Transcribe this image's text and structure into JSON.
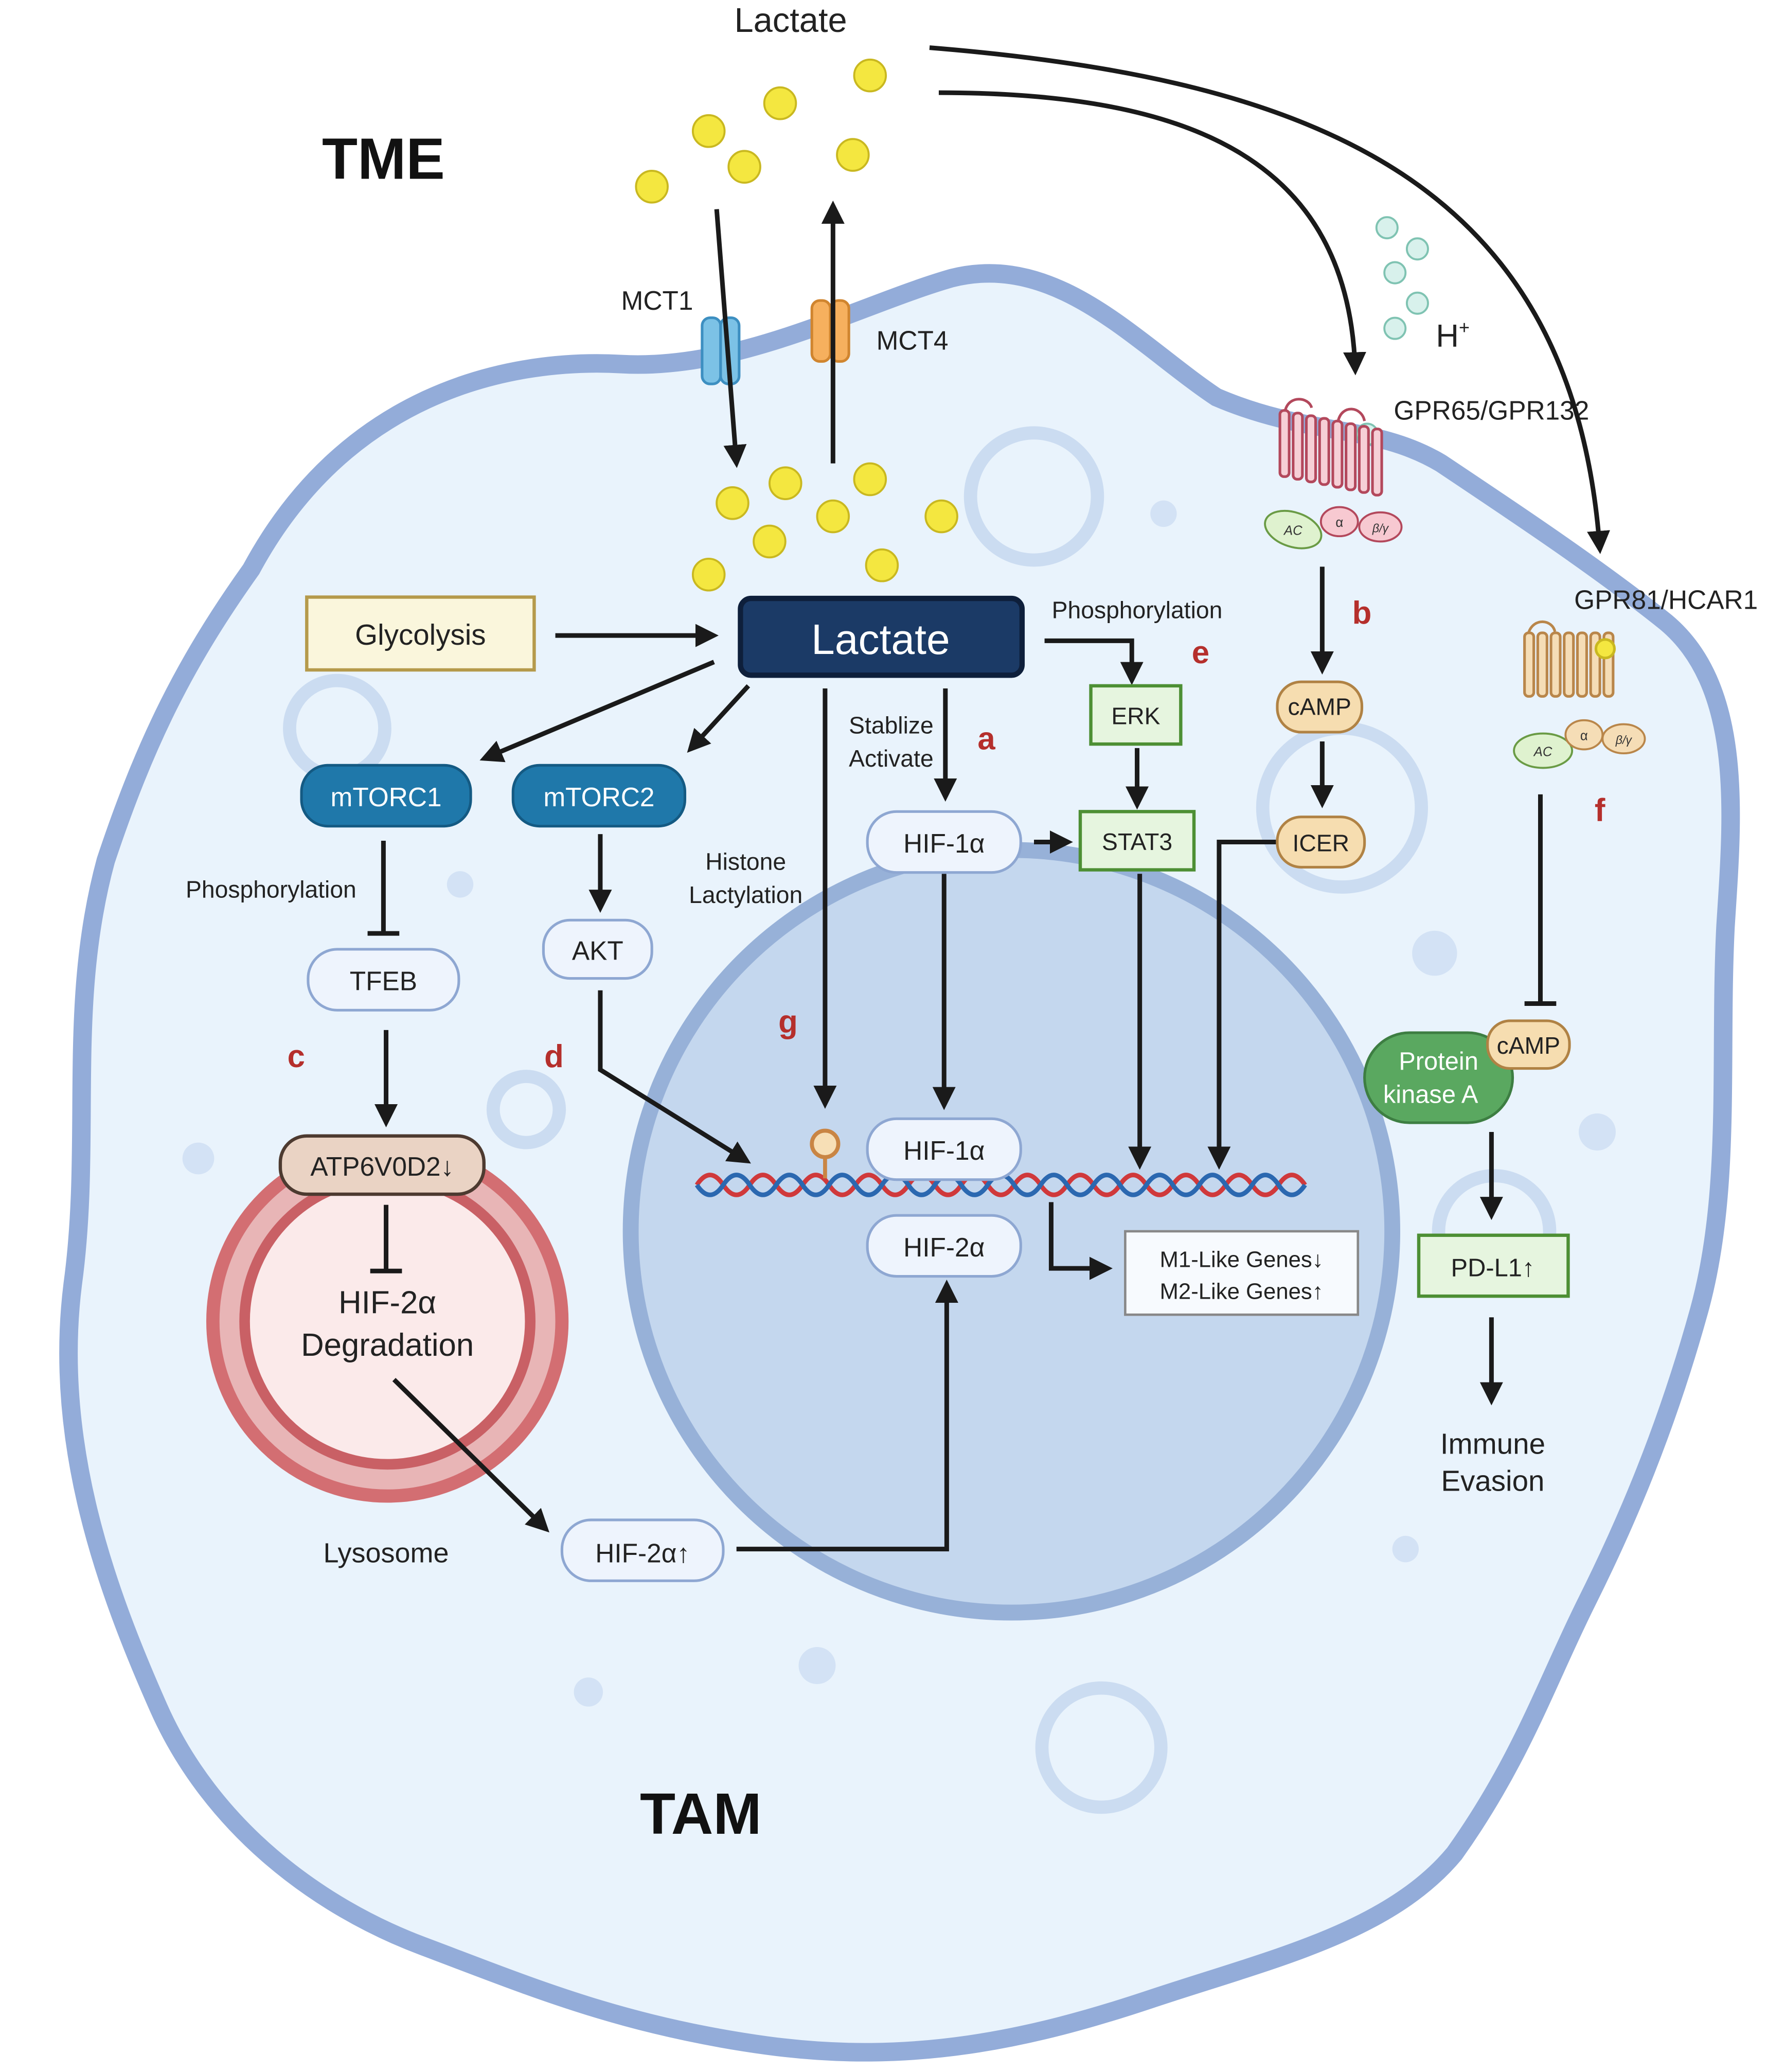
{
  "labels": {
    "tme": "TME",
    "tam": "TAM",
    "lactate_top": "Lactate",
    "mct1": "MCT1",
    "mct4": "MCT4",
    "h_plus": "H",
    "h_plus_sup": "+",
    "gpr65": "GPR65/GPR132",
    "gpr81": "GPR81/HCAR1",
    "lysosome": "Lysosome",
    "immune_evasion_1": "Immune",
    "immune_evasion_2": "Evasion",
    "hif2_deg_1": "HIF-2α",
    "hif2_deg_2": "Degradation"
  },
  "nodes": {
    "glycolysis": "Glycolysis",
    "lactate_center": "Lactate",
    "mtorc1": "mTORC1",
    "mtorc2": "mTORC2",
    "tfeb": "TFEB",
    "akt": "AKT",
    "atp6v0d2": "ATP6V0D2↓",
    "hif1a_cyto": "HIF-1α",
    "hif1a_nuc": "HIF-1α",
    "hif2a_nuc": "HIF-2α",
    "hif2a_up": "HIF-2α↑",
    "erk": "ERK",
    "stat3": "STAT3",
    "camp_left": "cAMP",
    "icer": "ICER",
    "camp_right": "cAMP",
    "pka_1": "Protein",
    "pka_2": "kinase A",
    "pdl1": "PD-L1↑",
    "genes_m1": "M1-Like Genes↓",
    "genes_m2": "M2-Like Genes↑",
    "ac_left": "AC",
    "ac_right": "AC",
    "alpha_left": "α",
    "alpha_right": "α",
    "bg_left": "β/γ",
    "bg_right": "β/γ"
  },
  "annotations": {
    "phos_top": "Phosphorylation",
    "phos_left": "Phosphorylation",
    "stabilize": "Stablize",
    "activate": "Activate",
    "histone": "Histone",
    "lactylation": "Lactylation"
  },
  "letters": {
    "a": "a",
    "b": "b",
    "c": "c",
    "d": "d",
    "e": "e",
    "f": "f",
    "g": "g"
  },
  "colors": {
    "cell_fill": "#e9f3fc",
    "cell_border": "#93acd9",
    "nucleus_fill": "#c4d7ee",
    "lactate_dot": "#f4e740",
    "letter_red": "#b52f2c",
    "lactate_box": "#1b3a66",
    "mtor_box": "#1f78aa",
    "green_border": "#4d8f34",
    "green_fill": "#e6f5df",
    "tan_fill": "#f6ddb0",
    "pka_fill": "#5aa860",
    "lysosome_ring": "#d36e72"
  }
}
